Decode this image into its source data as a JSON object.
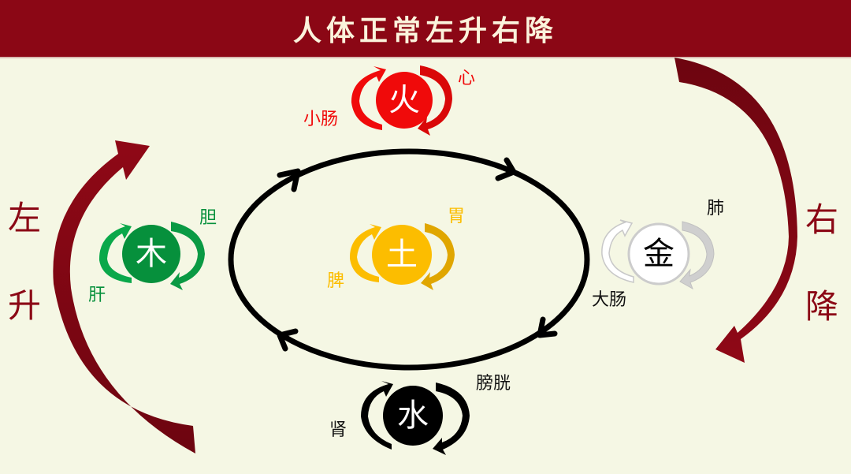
{
  "title": "人体正常左升右降",
  "side_labels": {
    "left": [
      "左",
      "升"
    ],
    "right": [
      "右",
      "降"
    ]
  },
  "colors": {
    "title_bg": "#8b0715",
    "background": "#f5f7e4",
    "fire": "#f00a0a",
    "wood": "#06903c",
    "earth": "#fcbd00",
    "metal": "#ffffff",
    "water": "#000000",
    "big_arrow": "#8b0715"
  },
  "elements": [
    {
      "id": "fire",
      "char": "火",
      "organs": [
        "心",
        "小肠"
      ],
      "color": "#f00a0a",
      "position": "top"
    },
    {
      "id": "wood",
      "char": "木",
      "organs": [
        "胆",
        "肝"
      ],
      "color": "#06903c",
      "position": "left"
    },
    {
      "id": "earth",
      "char": "土",
      "organs": [
        "胃",
        "脾"
      ],
      "color": "#fcbd00",
      "position": "center"
    },
    {
      "id": "metal",
      "char": "金",
      "organs": [
        "肺",
        "大肠"
      ],
      "color": "#ffffff",
      "position": "right"
    },
    {
      "id": "water",
      "char": "水",
      "organs": [
        "膀胱",
        "肾"
      ],
      "color": "#000000",
      "position": "bottom"
    }
  ],
  "icons": {
    "central_cycle": "clockwise-ellipse-arrows-icon",
    "left_arrow": "upward-curved-arrow-icon",
    "right_arrow": "downward-curved-arrow-icon"
  }
}
